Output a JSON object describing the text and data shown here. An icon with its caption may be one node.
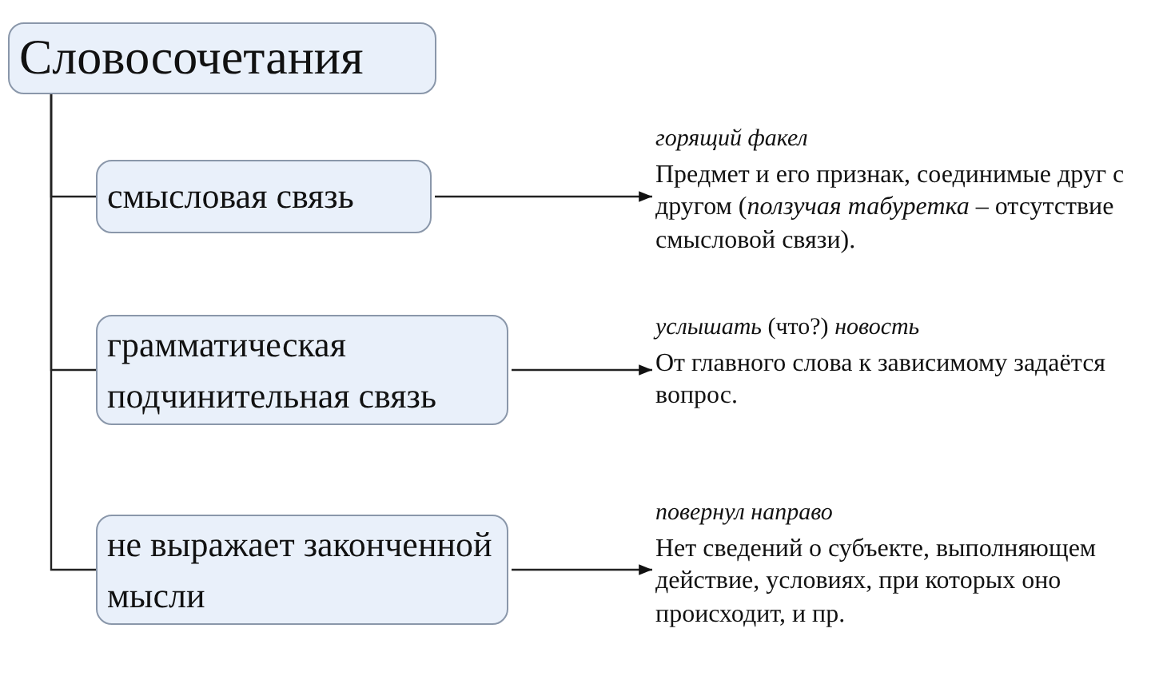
{
  "diagram": {
    "nodes": [
      {
        "text": [
          "Словосочетания"
        ]
      },
      {
        "text": [
          "смысловая связь"
        ]
      },
      {
        "text": [
          "грамматическая подчинительная связь"
        ]
      },
      {
        "text": [
          "не выражает законченной мысли"
        ]
      },
      {
        "text": [
          "*горящий факел*",
          "Предмет и его признак, соединимые друг с другом (*ползучая табуретка* – отсутствие смысловой связи)."
        ]
      },
      {
        "text": [
          "*услышать* (что?) *новость*",
          "От главного слова к зависимому задаётся вопрос."
        ]
      },
      {
        "text": [
          "*повернул направо*",
          "Нет сведений о субъекте, выполняющем действие, условиях, при которых оно происходит, и пр."
        ]
      }
    ],
    "edges": [
      {
        "from": 0,
        "to": 1,
        "arrow": "none"
      },
      {
        "from": 0,
        "to": 2,
        "arrow": "none"
      },
      {
        "from": 0,
        "to": 3,
        "arrow": "none"
      },
      {
        "from": 1,
        "to": 4,
        "arrow": "to"
      },
      {
        "from": 2,
        "to": 5,
        "arrow": "to"
      },
      {
        "from": 3,
        "to": 6,
        "arrow": "to"
      }
    ]
  }
}
